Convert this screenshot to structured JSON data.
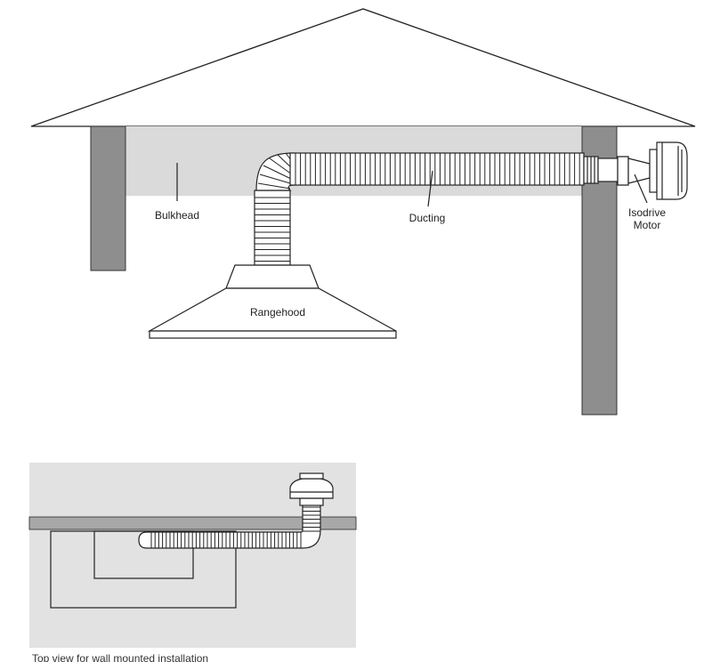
{
  "labels": {
    "bulkhead": "Bulkhead",
    "ducting": "Ducting",
    "rangehood": "Rangehood",
    "motor_line1": "Isodrive",
    "motor_line2": "Motor"
  },
  "caption": "Top view for wall mounted installation",
  "colors": {
    "wall": "#8e8e8e",
    "bulkhead_fill": "#dadada",
    "inset_bg": "#e2e2e2",
    "line": "#222222"
  }
}
